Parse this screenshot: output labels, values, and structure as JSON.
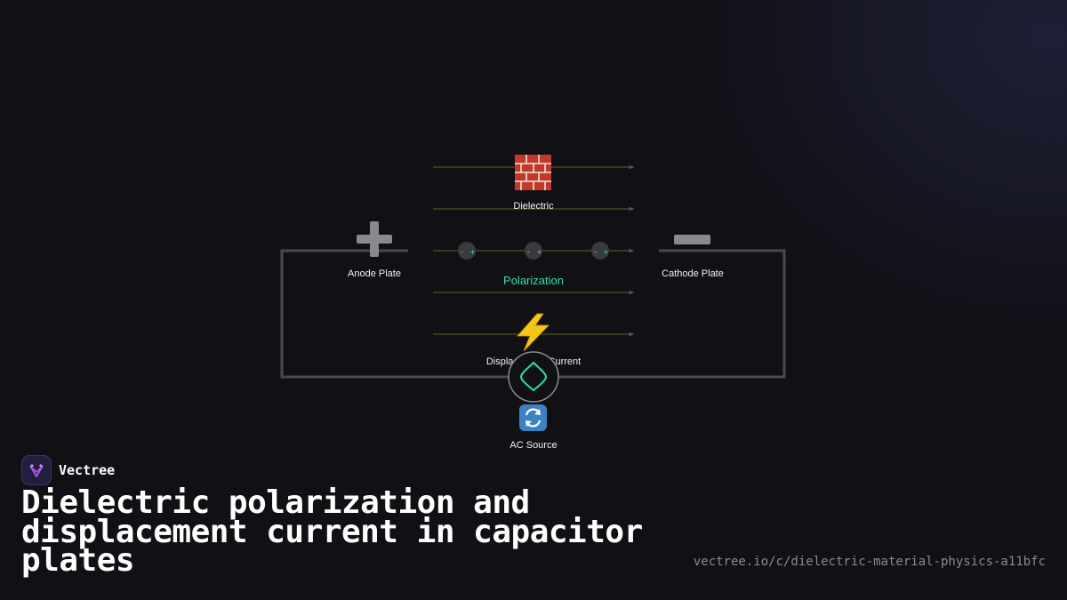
{
  "diagram": {
    "nodes": {
      "dielectric": {
        "icon": "brick-icon",
        "glyph": "🧱",
        "label": "Dielectric"
      },
      "anode": {
        "icon": "plus-icon",
        "glyph": "➕",
        "label": "Anode Plate"
      },
      "cathode": {
        "icon": "minus-icon",
        "glyph": "➖",
        "label": "Cathode Plate"
      },
      "polarization": {
        "label": "Polarization"
      },
      "displacement": {
        "icon": "lightning-icon",
        "glyph": "⚡",
        "label": "Displacement Current"
      },
      "ac_source": {
        "icon": "refresh-arrows-icon",
        "glyph": "🔄",
        "label": "AC Source"
      }
    },
    "dipole_signs": {
      "negative": "-",
      "positive": "+"
    },
    "colors": {
      "field_line": "#6b5d1e",
      "wire": "#4a4a4e",
      "accent": "#2de0b0",
      "dipole": "#3a3a3e"
    }
  },
  "brand": {
    "name": "Vectree"
  },
  "title": "Dielectric polarization and displacement current in capacitor plates",
  "url": "vectree.io/c/dielectric-material-physics-a11bfc"
}
